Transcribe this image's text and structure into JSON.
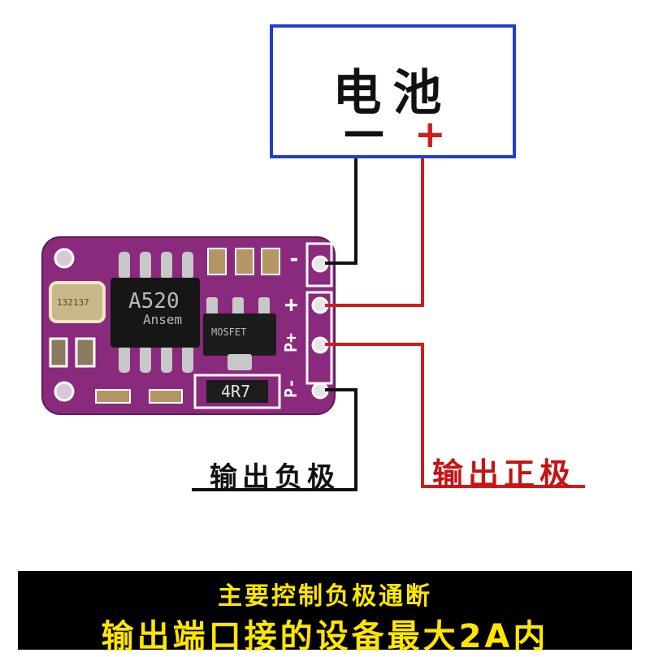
{
  "battery": {
    "title": "电池",
    "negative_symbol": "—",
    "positive_symbol": "+"
  },
  "board": {
    "pad_labels": {
      "minus": "-",
      "plus": "+",
      "p_plus": "P+",
      "p_minus": "P-"
    },
    "main_chip_text": "A520",
    "main_chip_subtext": "Ansem",
    "mosfet_text": "MOSFET",
    "crystal_text": "132137",
    "resistor_text": "4R7"
  },
  "labels": {
    "output_negative": "输出负极",
    "output_positive": "输出正极"
  },
  "banner": {
    "line1": "主要控制负极通断",
    "line2": "输出端口接的设备最大2A内"
  },
  "colors": {
    "battery_border": "#1f3fd0",
    "board": "#8a2a7d",
    "negative_wire": "#111111",
    "positive_wire": "#d21c1c",
    "banner_bg": "#000000",
    "banner_text": "#ffe600"
  }
}
